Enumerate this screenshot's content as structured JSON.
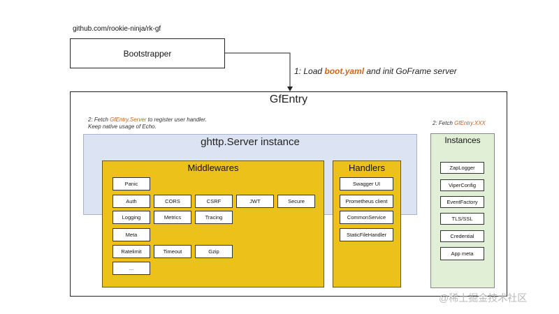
{
  "repo_link": "github.com/rookie-ninja/rk-gf",
  "bootstrapper": {
    "label": "Bootstrapper"
  },
  "step1": {
    "prefix": "1: Load ",
    "file": "boot.yaml",
    "suffix": " and init GoFrame server"
  },
  "gfentry": {
    "title": "GfEntry"
  },
  "note_handler": {
    "prefix": "2: Fetch ",
    "entity": "GfEntry.Server",
    "suffix": " to register user handler.",
    "line2": "Keep native usage of Echo."
  },
  "note_instances": {
    "prefix": "2: Fetch ",
    "entity": "GfEntry.XXX"
  },
  "server": {
    "title": "ghttp.Server instance"
  },
  "middlewares": {
    "title": "Middlewares",
    "items": [
      "Panic",
      "Auth",
      "CORS",
      "CSRF",
      "JWT",
      "Secure",
      "Logging",
      "Metrics",
      "Tracing",
      "Meta",
      "Ratelimit",
      "Timeout",
      "Gzip",
      "..."
    ]
  },
  "handlers": {
    "title": "Handlers",
    "items": [
      "Swagger UI",
      "Prometheus client",
      "CommonService",
      "StaticFileHandler"
    ]
  },
  "instances": {
    "title": "Instances",
    "items": [
      "ZapLogger",
      "ViperConfig",
      "EventFactory",
      "TLS/SSL",
      "Credential",
      "App meta"
    ]
  },
  "watermark": "@稀土掘金技术社区",
  "colors": {
    "highlight": "#d0661a",
    "server_bg": "#dce3f2",
    "middleware_bg": "#ecc11a",
    "instances_bg": "#e2efd7"
  }
}
